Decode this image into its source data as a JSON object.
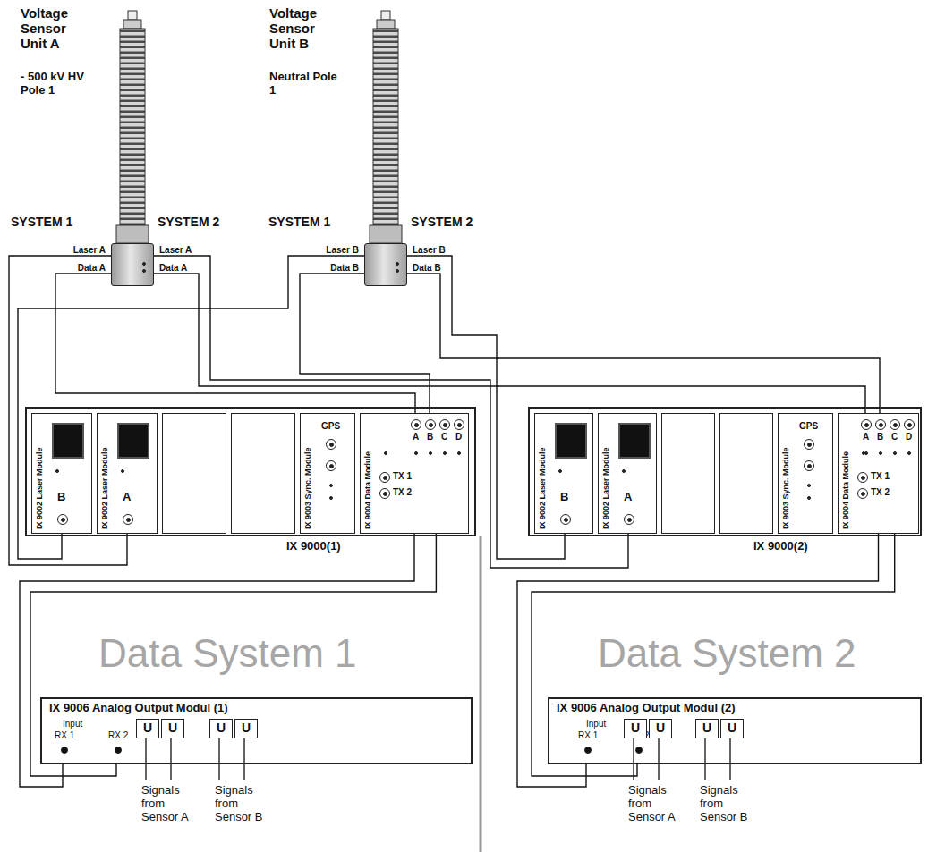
{
  "diagram": {
    "nodes": [
      {
        "text": [
          "Voltage Sensor Unit A",
          "- 500 kV HV Pole 1"
        ]
      },
      {
        "text": [
          "Voltage Sensor Unit B",
          "Neutral Pole 1"
        ]
      },
      {
        "text": [
          "IX 9000(1)"
        ]
      },
      {
        "text": [
          "IX 9002 Laser Module",
          "B"
        ],
        "in": 2
      },
      {
        "text": [
          "IX 9002 Laser Module",
          "A"
        ],
        "in": 2
      },
      {
        "text": [
          "IX 9003 Sync. Module",
          "GPS"
        ],
        "in": 2
      },
      {
        "text": [
          "IX 9004 Data Module",
          "A",
          "B",
          "C",
          "D",
          "TX 1",
          "TX 2"
        ],
        "in": 2
      },
      {
        "text": [
          "IX 9000(2)"
        ]
      },
      {
        "text": [
          "IX 9002 Laser Module",
          "B"
        ],
        "in": 7
      },
      {
        "text": [
          "IX 9002 Laser Module",
          "A"
        ],
        "in": 7
      },
      {
        "text": [
          "IX 9003 Sync. Module",
          "GPS"
        ],
        "in": 7
      },
      {
        "text": [
          "IX 9004 Data Module",
          "A",
          "B",
          "C",
          "D",
          "TX 1",
          "TX 2"
        ],
        "in": 7
      },
      {
        "text": [
          "IX 9006 Analog Output Modul (1)",
          "Input",
          "RX 1",
          "RX 2"
        ]
      },
      {
        "text": [
          "U"
        ],
        "in": 12
      },
      {
        "text": [
          "U"
        ],
        "in": 12
      },
      {
        "text": [
          "U"
        ],
        "in": 12
      },
      {
        "text": [
          "U"
        ],
        "in": 12
      },
      {
        "text": [
          "IX 9006 Analog Output Modul (2)",
          "Input",
          "RX 1",
          "RX 2"
        ]
      },
      {
        "text": [
          "U"
        ],
        "in": 17
      },
      {
        "text": [
          "U"
        ],
        "in": 17
      },
      {
        "text": [
          "U"
        ],
        "in": 17
      },
      {
        "text": [
          "U"
        ],
        "in": 17
      }
    ],
    "edges": [
      {
        "from": 0,
        "to": 4,
        "arrow": "none",
        "label": "Laser A"
      },
      {
        "from": 0,
        "to": 6,
        "arrow": "none",
        "label": "Data A"
      },
      {
        "from": 0,
        "to": 9,
        "arrow": "none",
        "label": "Laser A"
      },
      {
        "from": 0,
        "to": 11,
        "arrow": "none",
        "label": "Data A"
      },
      {
        "from": 1,
        "to": 3,
        "arrow": "none",
        "label": "Laser B"
      },
      {
        "from": 1,
        "to": 6,
        "arrow": "none",
        "label": "Data B"
      },
      {
        "from": 1,
        "to": 8,
        "arrow": "none",
        "label": "Laser B"
      },
      {
        "from": 1,
        "to": 11,
        "arrow": "none",
        "label": "Data B"
      },
      {
        "from": 6,
        "to": 12,
        "arrow": "none"
      },
      {
        "from": 6,
        "to": 12,
        "arrow": "none"
      },
      {
        "from": 11,
        "to": 17,
        "arrow": "none"
      },
      {
        "from": 11,
        "to": 17,
        "arrow": "none"
      }
    ],
    "labels": [
      "SYSTEM 1",
      "SYSTEM 2",
      "SYSTEM 1",
      "SYSTEM 2",
      "Data System 1",
      "Data System 2",
      "Signals from Sensor A",
      "Signals from Sensor B",
      "Signals from Sensor A",
      "Signals from Sensor B"
    ]
  }
}
